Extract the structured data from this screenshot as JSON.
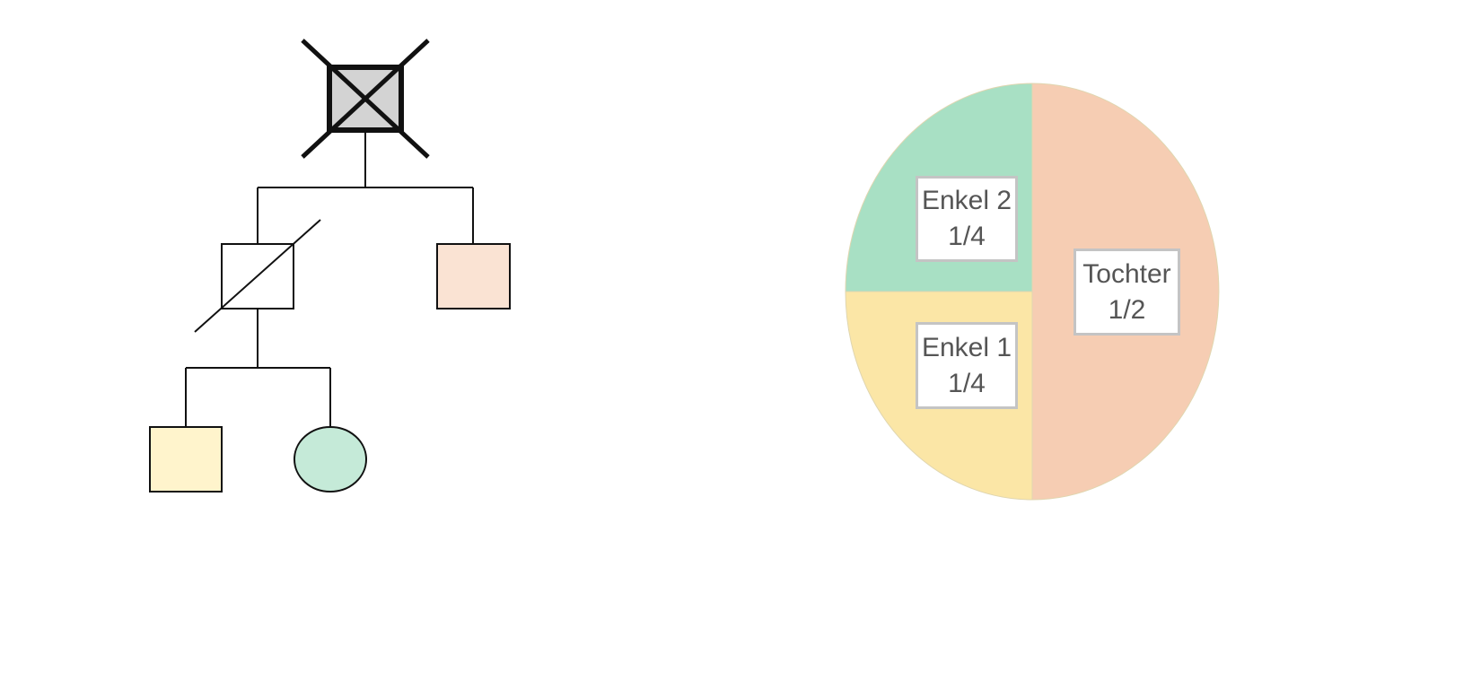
{
  "colors": {
    "line": "#111111",
    "deceased_fill": "#d3d3d3",
    "daughter_fill": "#fae3d3",
    "grandchild1_fill": "#fff4cc",
    "grandchild2_fill": "#c5ead8"
  },
  "chart_data": {
    "type": "pie",
    "slices": [
      {
        "name": "Tochter",
        "share": "1/2",
        "value": 0.5,
        "color": "#f6cdb3"
      },
      {
        "name": "Enkel 1",
        "share": "1/4",
        "value": 0.25,
        "color": "#fbe6a6"
      },
      {
        "name": "Enkel 2",
        "share": "1/4",
        "value": 0.25,
        "color": "#a8e0c4"
      }
    ]
  }
}
